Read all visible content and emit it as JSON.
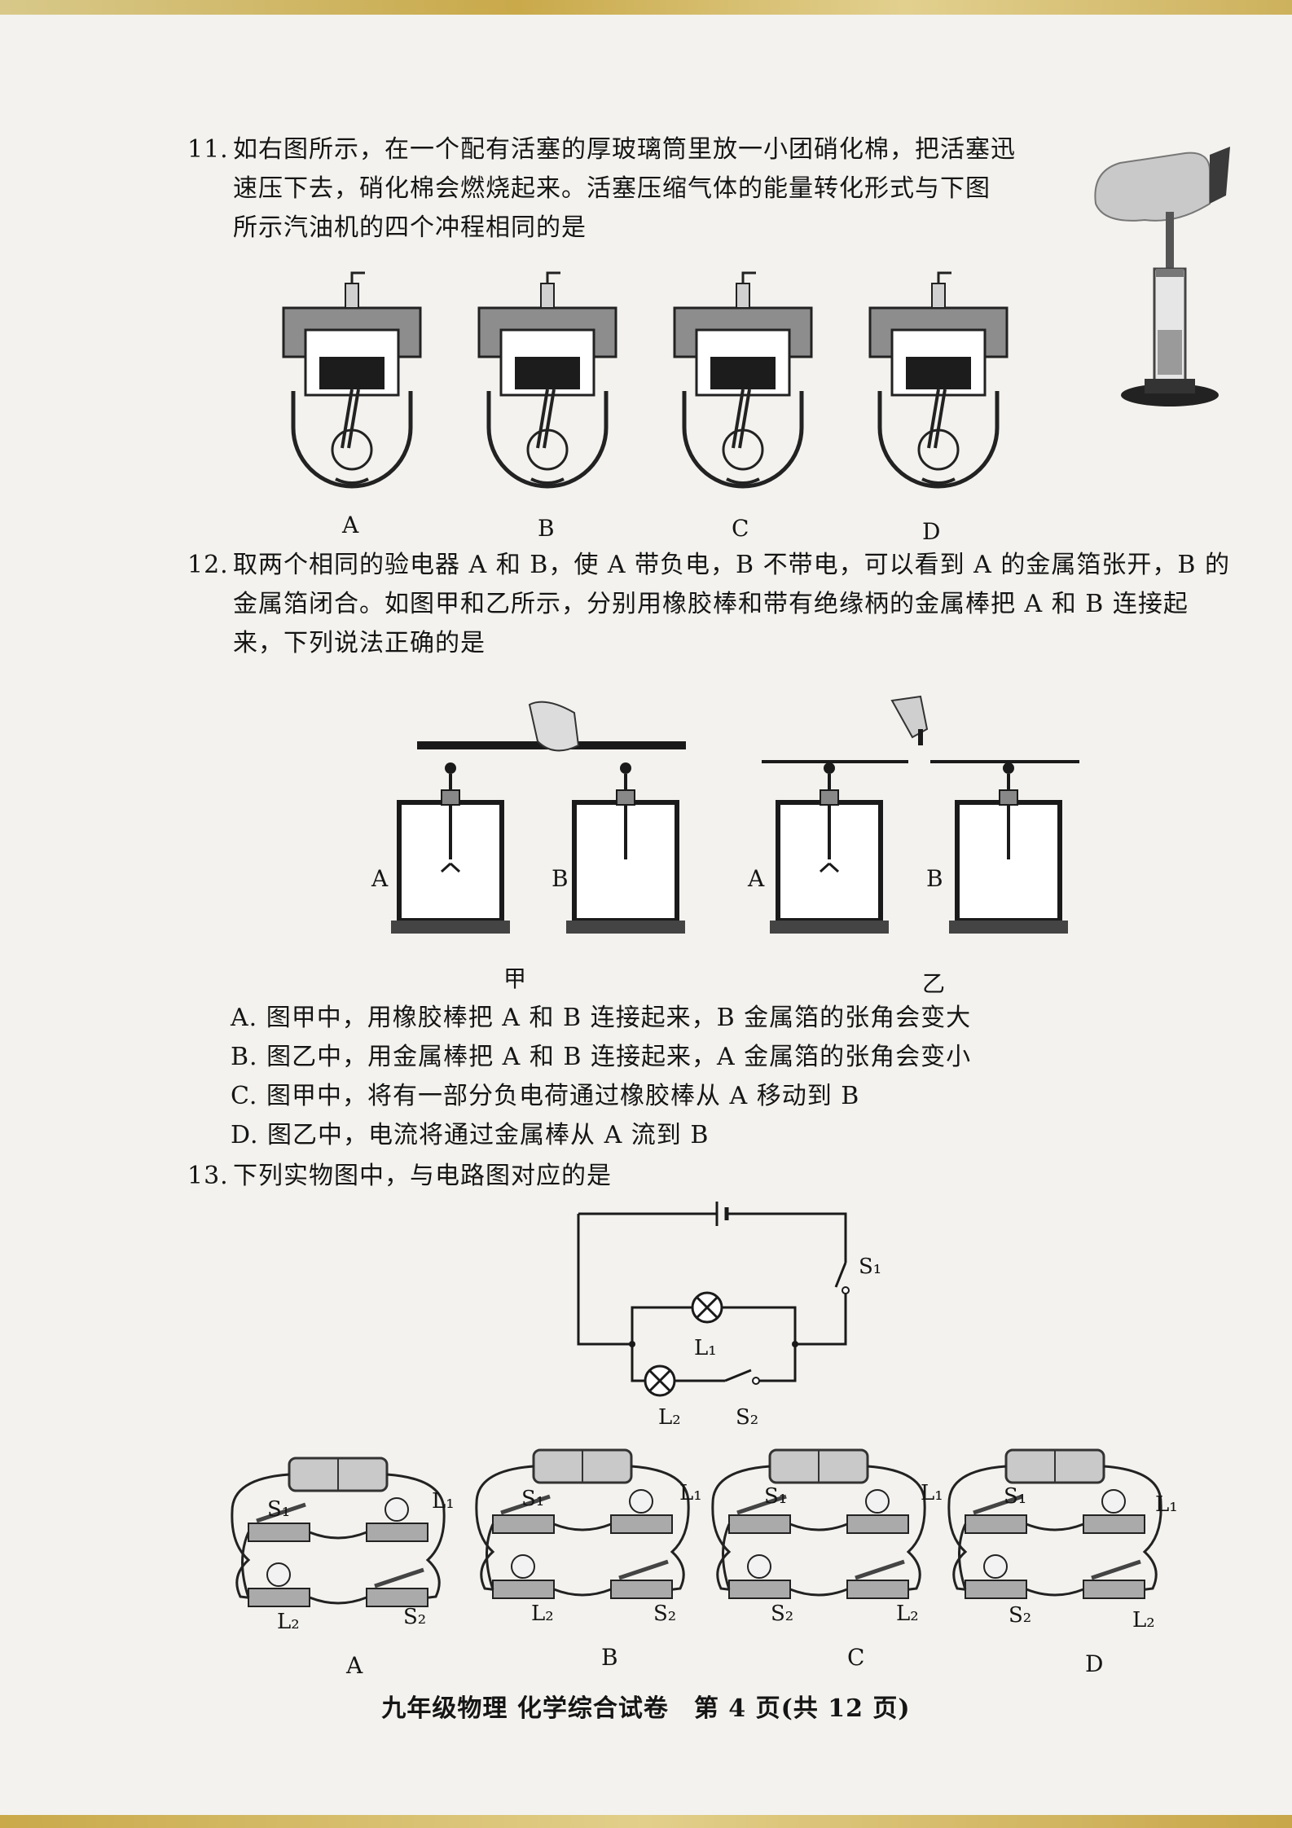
{
  "q11": {
    "number": "11.",
    "lines": [
      "如右图所示，在一个配有活塞的厚玻璃筒里放一小团硝化棉，把活塞迅",
      "速压下去，硝化棉会燃烧起来。活塞压缩气体的能量转化形式与下图",
      "所示汽油机的四个冲程相同的是"
    ],
    "labels": [
      "A",
      "B",
      "C",
      "D"
    ]
  },
  "q12": {
    "number": "12.",
    "lines": [
      "取两个相同的验电器 A 和 B，使 A 带负电，B 不带电，可以看到 A 的金属箔张开，B 的",
      "金属箔闭合。如图甲和乙所示，分别用橡胶棒和带有绝缘柄的金属棒把 A 和 B 连接起",
      "来，下列说法正确的是"
    ],
    "device_labels": [
      "A",
      "B",
      "A",
      "B"
    ],
    "figure_labels": [
      "甲",
      "乙"
    ],
    "options": [
      "A. 图甲中，用橡胶棒把 A 和 B 连接起来，B 金属箔的张角会变大",
      "B. 图乙中，用金属棒把 A 和 B 连接起来，A 金属箔的张角会变小",
      "C. 图甲中，将有一部分负电荷通过橡胶棒从 A 移动到 B",
      "D. 图乙中，电流将通过金属棒从 A 流到 B"
    ]
  },
  "q13": {
    "number": "13.",
    "line": "下列实物图中，与电路图对应的是",
    "circuit": {
      "l1": "L₁",
      "l2": "L₂",
      "s1": "S₁",
      "s2": "S₂"
    },
    "boards": [
      {
        "label": "A",
        "tl": "S₁",
        "tr": "L₁",
        "bl": "L₂",
        "br": "S₂"
      },
      {
        "label": "B",
        "tl": "S₁",
        "tr": "L₁",
        "bl": "L₂",
        "br": "S₂"
      },
      {
        "label": "C",
        "tl": "S₁",
        "tr": "L₁",
        "bl": "S₂",
        "br": "L₂"
      },
      {
        "label": "D",
        "tl": "S₁",
        "tr": "L₁",
        "bl": "S₂",
        "br": "L₂"
      }
    ]
  },
  "footer": "九年级物理 化学综合试卷　第 4 页(共 12 页)"
}
